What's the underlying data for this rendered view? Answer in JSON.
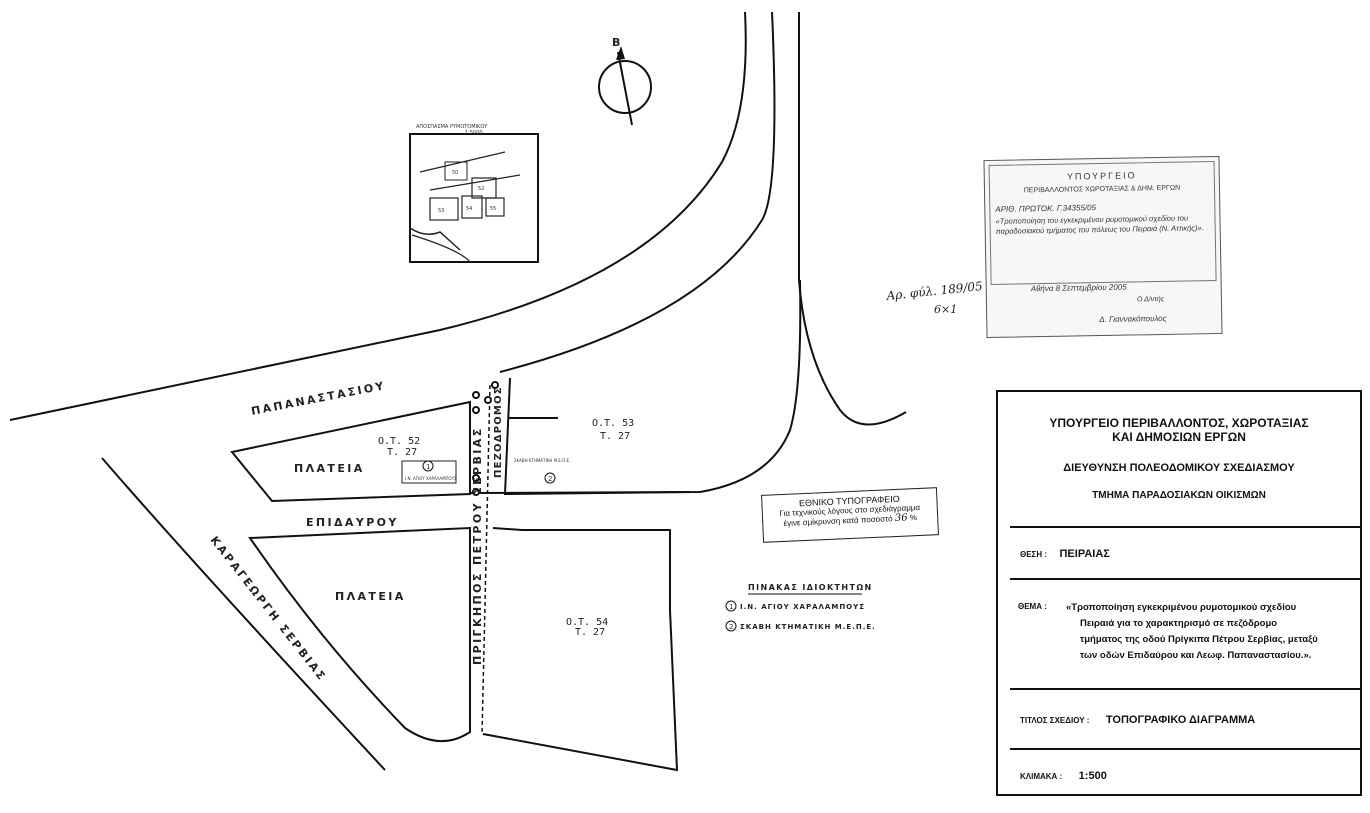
{
  "map": {
    "north_label": "Β",
    "inset_title_1": "ΑΠΟΣΠΑΣΜΑ ΡΥΜΟΤΟΜΙΚΟΥ",
    "inset_title_2": "1:5000",
    "inset_labels": [
      "50",
      "52",
      "53",
      "54",
      "55"
    ],
    "streets": {
      "papanastasiou": "ΠΑΠΑΝΑΣΤΑΣΙΟΥ",
      "epidavrou": "ΕΠΙΔΑΥΡΟΥ",
      "karageorgi_servias": "ΚΑΡΑΓΕΩΡΓΗ ΣΕΡΒΙΑΣ",
      "prigkipos_petrou_servias": "ΠΡΙΓΚΗΠΟΣ ΠΕΤΡΟΥ ΣΕΡΒΙΑΣ",
      "pezodromos": "ΠΕΖΟΔΡΟΜΟΣ"
    },
    "squares": {
      "top": "ΠΛΑΤΕΙΑ",
      "bottom": "ΠΛΑΤΕΙΑ"
    },
    "blocks": [
      {
        "ot": "Ο.Τ. 52",
        "zone": "Τ. 27"
      },
      {
        "ot": "Ο.Τ. 53",
        "zone": "Τ. 27"
      },
      {
        "ot": "Ο.Τ. 54",
        "zone": "Τ. 27"
      }
    ],
    "owner_tags": [
      "1",
      "2"
    ],
    "annotation_block52": "Ι.Ν. ΑΓΙΟΥ ΧΑΡΑΛΑΜΠΟΥΣ",
    "annotation_block53": "ΣΚΑΒΗ ΚΤΗΜΑΤΙΚΗ Μ.Ε.Π.Ε."
  },
  "ownership_table": {
    "title": "ΠΙΝΑΚΑΣ ΙΔΙΟΚΤΗΤΩΝ",
    "rows": [
      {
        "num": "1",
        "label": "Ι.Ν. ΑΓΙΟΥ ΧΑΡΑΛΑΜΠΟΥΣ"
      },
      {
        "num": "2",
        "label": "ΣΚΑΒΗ ΚΤΗΜΑΤΙΚΗ Μ.Ε.Π.Ε."
      }
    ]
  },
  "typography_stamp": {
    "title": "ΕΘΝΙΚΟ ΤΥΠΟΓΡΑΦΕΙΟ",
    "line1": "Για τεχνικούς λόγους στο σχεδιάγραμμα",
    "line2": "έγινε σμίκρυνση κατά ποσοστό",
    "percent": "36",
    "percent_sign": "%"
  },
  "ministry_stamp": {
    "line1": "ΥΠΟΥΡΓΕΙΟ",
    "line2": "ΠΕΡΙΒΑΛΛΟΝΤΟΣ ΧΩΡΟΤΑΞΙΑΣ & ΔΗΜ. ΕΡΓΩΝ",
    "line3": "ΑΡΙΘ. ΠΡΩΤΟΚ. Γ.34355/05",
    "line4": "«Τροποποίηση του εγκεκριμένου ρυμοτομικού σχεδίου του παραδοσιακού τμήματος του πόλεως του Πειραιά (Ν. Αττικής)».",
    "date": "Αθήνα 8 Σεπτεμβρίου 2005",
    "signer_role": "Ο Δ/ντής",
    "signer": "Δ. Γιαννακόπουλος"
  },
  "handwritten_ref": {
    "line1": "Αρ. φύλ. 189/05",
    "line2": "6×1"
  },
  "title_block": {
    "ministry_1": "ΥΠΟΥΡΓΕΙΟ ΠΕΡΙΒΑΛΛΟΝΤΟΣ, ΧΩΡΟΤΑΞΙΑΣ",
    "ministry_2": "ΚΑΙ ΔΗΜΟΣΙΩΝ ΕΡΓΩΝ",
    "directorate": "ΔΙΕΥΘΥΝΣΗ ΠΟΛΕΟΔΟΜΙΚΟΥ ΣΧΕΔΙΑΣΜΟΥ",
    "department": "ΤΜΗΜΑ ΠΑΡΑΔΟΣΙΑΚΩΝ ΟΙΚΙΣΜΩΝ",
    "location_label": "ΘΕΣΗ :",
    "location": "ΠΕΙΡΑΙΑΣ",
    "subject_label": "ΘΕΜΑ :",
    "subject_1": "«Τροποποίηση εγκεκριμένου ρυμοτομικού σχεδίου",
    "subject_2": "Πειραιά για το χαρακτηρισμό σε πεζόδρομο",
    "subject_3": "τμήματος της οδού Πρίγκιπα Πέτρου Σερβίας, μεταξύ",
    "subject_4": "των οδών Επιδαύρου και Λεωφ. Παπαναστασίου.».",
    "drawing_title_label": "ΤΙΤΛΟΣ ΣΧΕΔΙΟΥ :",
    "drawing_title": "ΤΟΠΟΓΡΑΦΙΚΟ ΔΙΑΓΡΑΜΜΑ",
    "scale_label": "ΚΛΙΜΑΚΑ :",
    "scale": "1:500"
  }
}
